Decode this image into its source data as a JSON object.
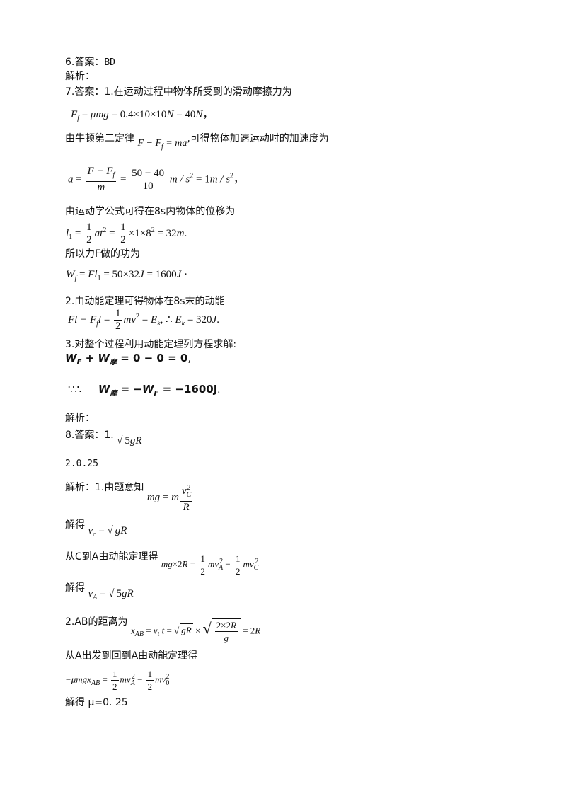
{
  "q6": {
    "label": "6.答案：",
    "answer": "BD",
    "jiexi": "解析："
  },
  "q7": {
    "label": "7.答案：",
    "part1_intro": "1.在运动过程中物体所受到的滑动摩擦力为",
    "friction_eq": "F_f = μmg = 0.4×10×10N = 40N，",
    "newton_text_a": "由牛顿第二定律",
    "newton_eq": "F − F_f = ma",
    "newton_text_b": ",可得物体加速运动时的加速度为",
    "accel_eq": "a = (F−F_f)/m = (50−40)/10 m/s² = 1m/s²，",
    "kin_text": "由运动学公式可得在8s内物体的位移为",
    "disp_eq": "l₁ = ½at² = ½×1×8² = 32m.",
    "work_text": "所以力F做的功为",
    "work_eq": "W_f = Fl₁ = 50×32J = 1600J",
    "part2_text": "2.由动能定理可得物体在8s末的动能",
    "part2_eq": "Fl − F_f l = ½mv² = E_k, ∴ E_k = 320J.",
    "part3_text": "3.对整个过程利用动能定理列方程求解:",
    "part3_eq1": "W_F + W_摩 = 0 − 0 = 0",
    "part3_eq2": "∴ W_摩 = −W_F = −1600J",
    "jiexi": "解析："
  },
  "q8": {
    "label": "8.答案：",
    "ans1_prefix": "1.",
    "ans1": "√(5gR)",
    "ans2": "2.0.25",
    "jiexi_prefix": "解析：1.由题意知",
    "eq1": "mg = m v_C²/R",
    "solve1_text": "解得",
    "vc_eq": "v_c = √(gR)",
    "ctoa_text": "从C到A由动能定理得",
    "ctoa_eq": "mg×2R = ½mv_A² − ½mv_C²",
    "solve2_text": "解得",
    "va_eq": "v_A = √(5gR)",
    "part2_text": "2.AB的距离为",
    "xab_eq": "x_AB = v_t t = √(gR) × √(2×2R/g) = 2R",
    "round_text": "从A出发到回到A由动能定理得",
    "round_eq": "−μmgx_AB = ½mv_A² − ½mv_0²",
    "final_text": "解得 μ=0. 25"
  }
}
